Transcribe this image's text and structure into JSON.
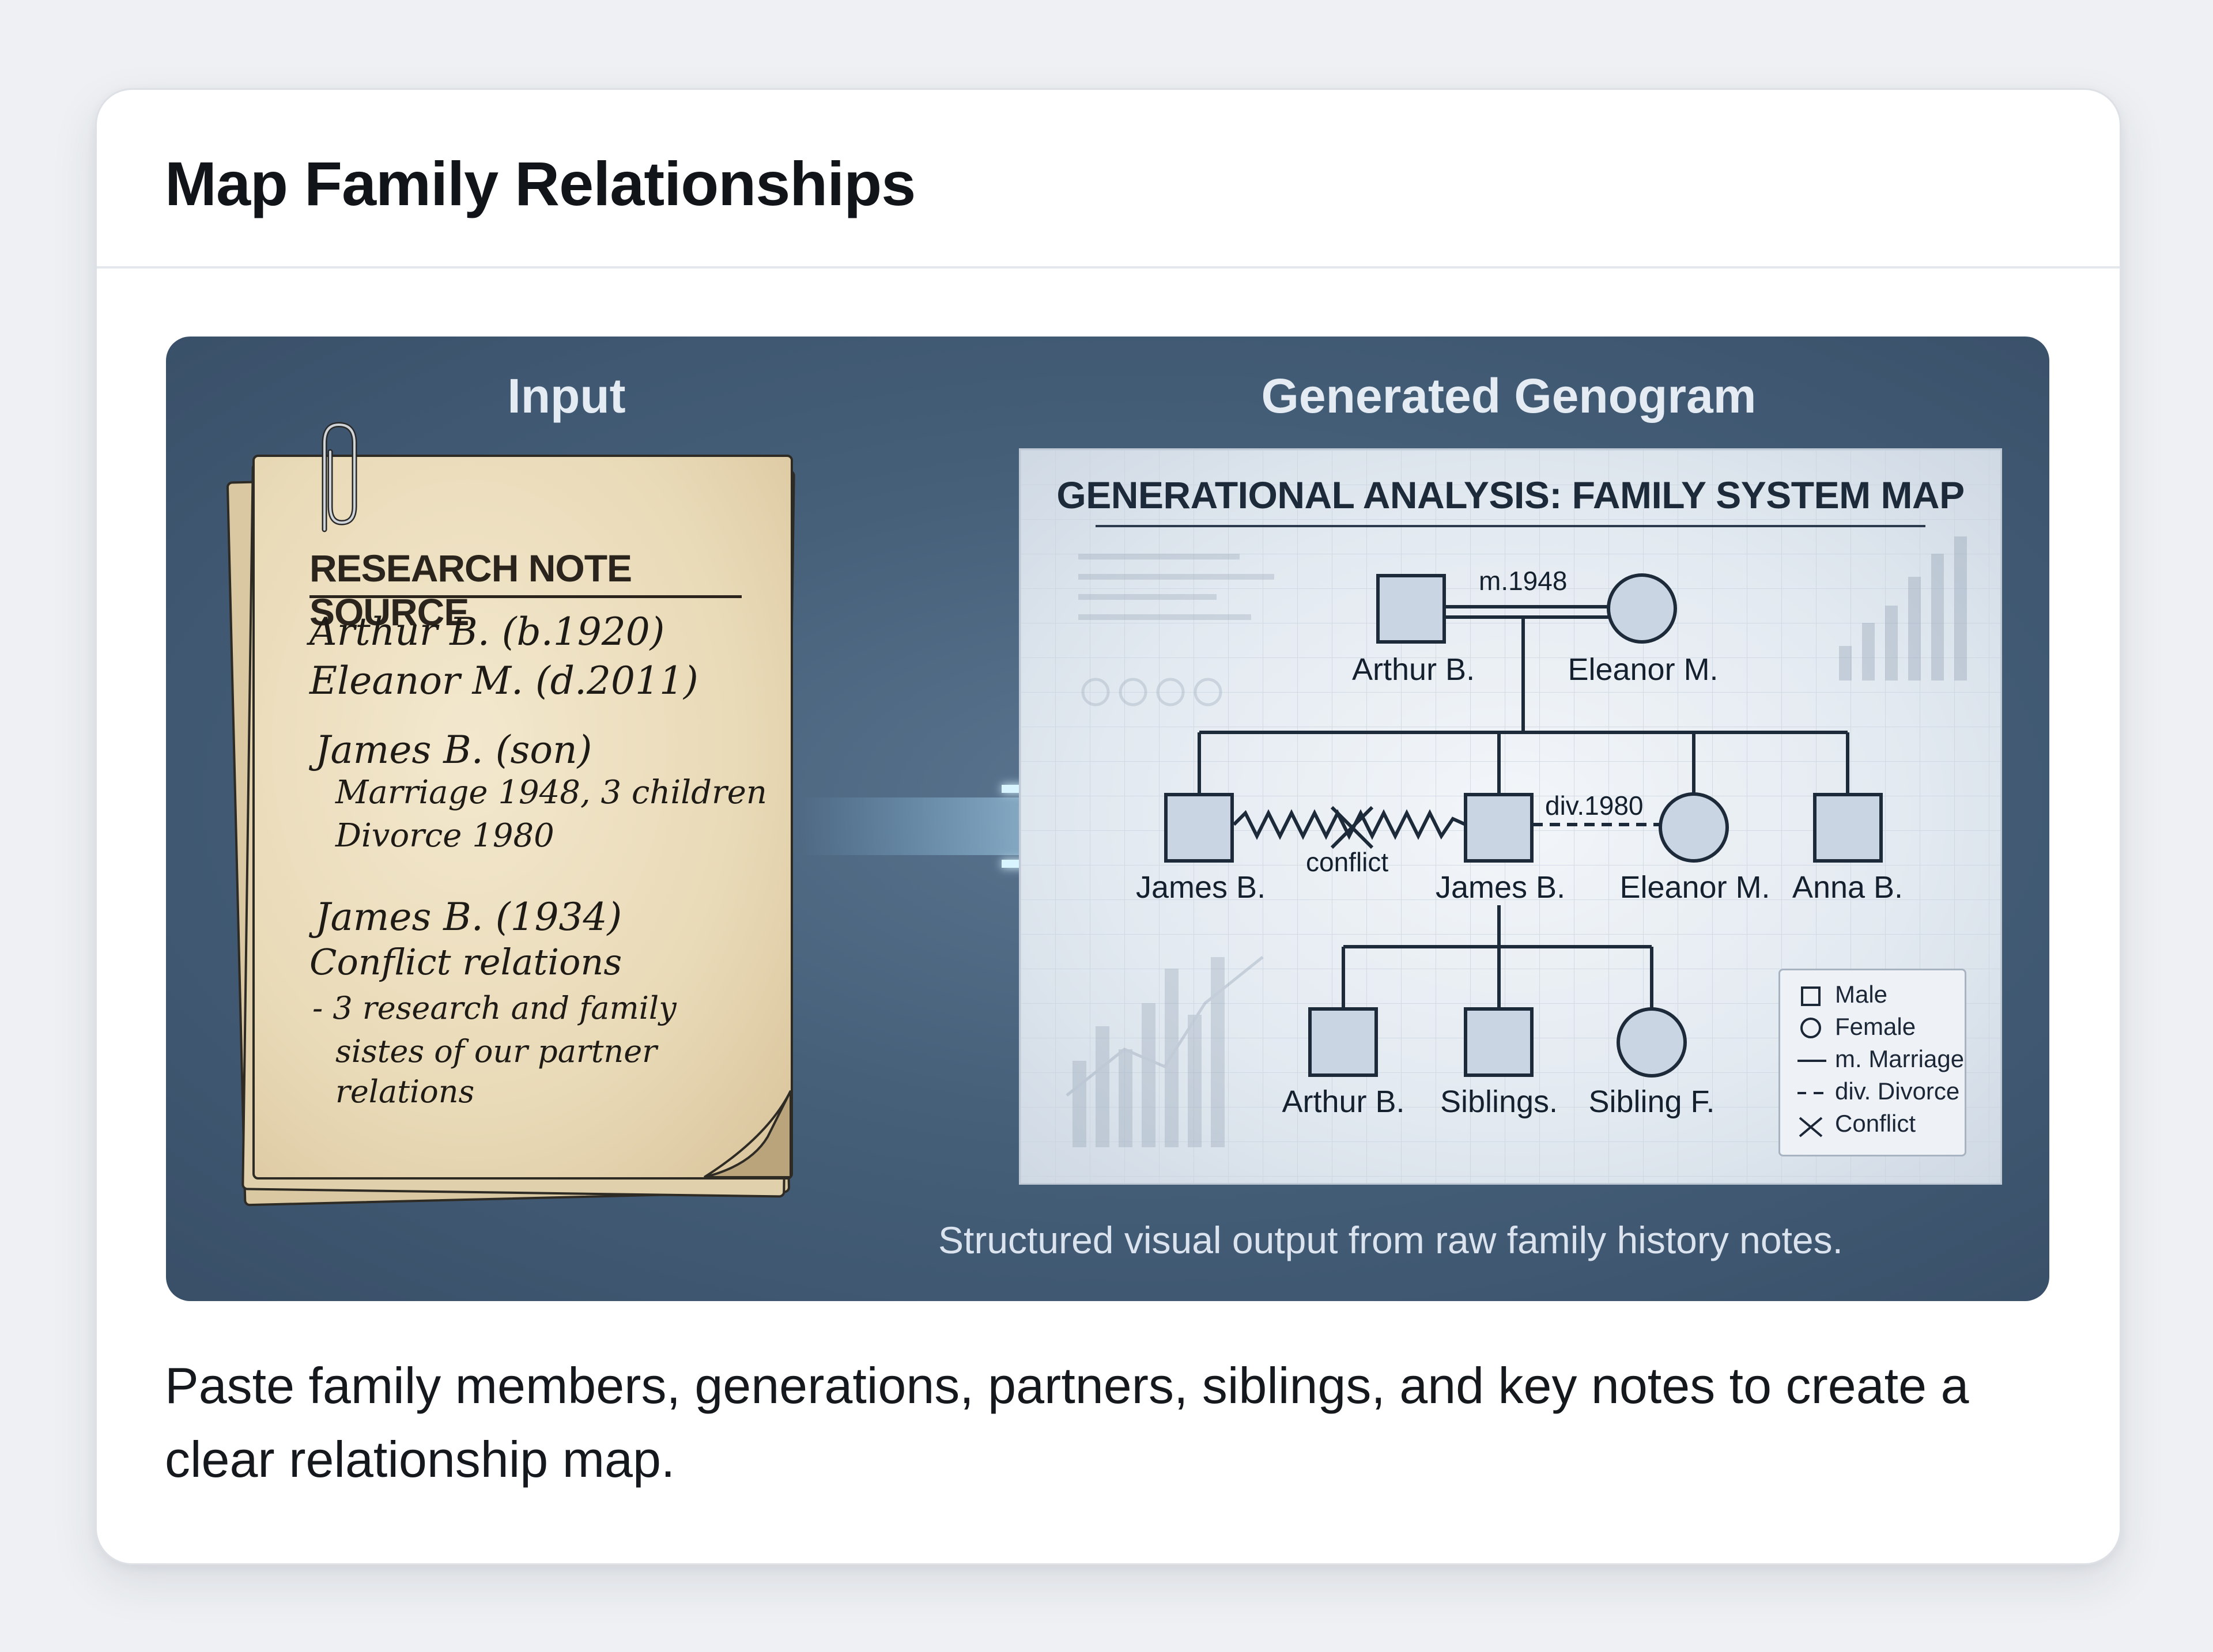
{
  "card": {
    "title": "Map Family Relationships",
    "description": "Paste family members, generations, partners, siblings, and key notes to create a clear relationship map."
  },
  "panel": {
    "input_heading": "Input",
    "output_heading": "Generated Genogram",
    "caption": "Structured visual output from raw family history notes."
  },
  "notes": {
    "title": "RESEARCH NOTE SOURCE",
    "lines": [
      "Arthur B. (b.1920)",
      "Eleanor M. (d.2011)",
      "James B. (son)",
      "Marriage 1948, 3 children",
      "Divorce 1980",
      "James B. (1934)",
      "Conflict relations",
      "- 3 research and family",
      "sistes of our partner",
      "relations"
    ]
  },
  "genogram": {
    "title": "GENERATIONAL ANALYSIS: FAMILY SYSTEM MAP",
    "marriage_label": "m.1948",
    "divorce_label": "div.1980",
    "conflict_label": "conflict",
    "gen1": [
      "Arthur B.",
      "Eleanor M."
    ],
    "gen2": [
      "James B.",
      "James B.",
      "Eleanor M.",
      "Anna B."
    ],
    "gen3": [
      "Arthur B.",
      "Siblings.",
      "Sibling F."
    ],
    "legend": [
      "Male",
      "Female",
      "m. Marriage",
      "div. Divorce",
      "Conflict"
    ]
  },
  "colors": {
    "panel_bg": "#46607a",
    "paper": "#e9dab7",
    "node_fill": "#c9d5e2",
    "node_stroke": "#1d2a3a"
  }
}
